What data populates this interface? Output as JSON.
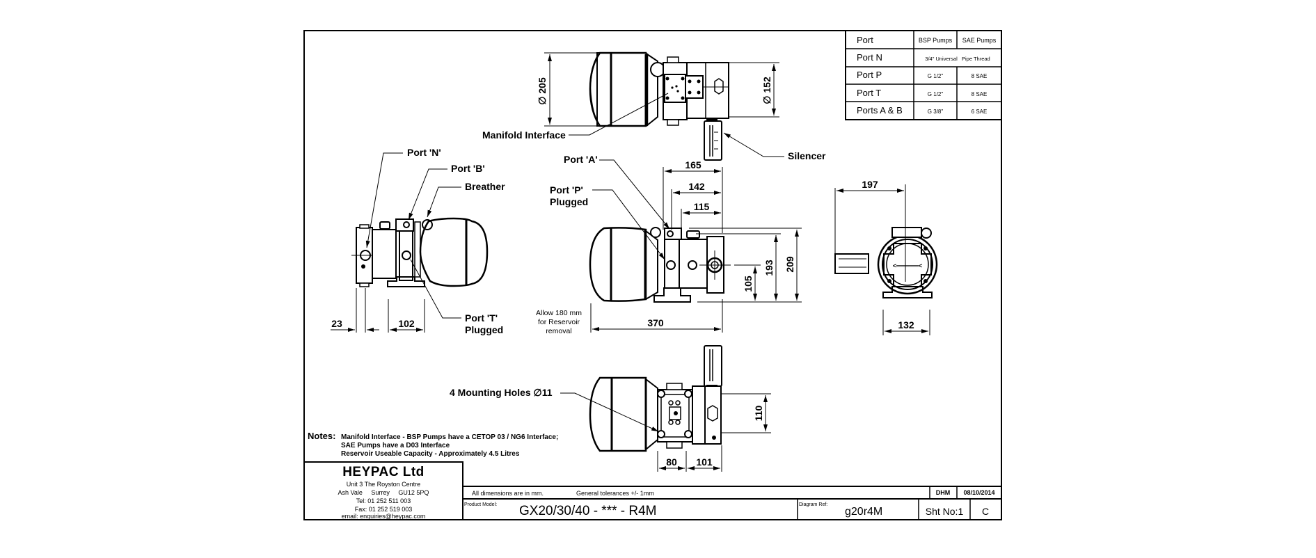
{
  "port_table": {
    "headers": [
      "Port",
      "BSP Pumps",
      "SAE Pumps"
    ],
    "rows": [
      {
        "port": "Port N",
        "merged": "3/4\" Universal   Pipe Thread"
      },
      {
        "port": "Port P",
        "bsp": "G 1/2\"",
        "sae": "8 SAE"
      },
      {
        "port": "Port T",
        "bsp": "G 1/2\"",
        "sae": "8 SAE"
      },
      {
        "port": "Ports A & B",
        "bsp": "G 3/8\"",
        "sae": "6 SAE"
      }
    ]
  },
  "views": {
    "top": {
      "dims": {
        "d_reservoir": "∅ 205",
        "d_motor": "∅ 152"
      },
      "labels": {
        "manifold": "Manifold Interface",
        "silencer": "Silencer"
      }
    },
    "left": {
      "labels": {
        "port_n": "Port 'N'",
        "port_b": "Port 'B'",
        "breather": "Breather",
        "port_t": "Port 'T'",
        "port_t_sub": "Plugged"
      },
      "dims": {
        "d23": "23",
        "d102": "102"
      }
    },
    "front": {
      "labels": {
        "port_a": "Port 'A'",
        "port_p": "Port 'P'",
        "port_p_sub": "Plugged"
      },
      "dims": {
        "d165": "165",
        "d142": "142",
        "d115": "115",
        "d370": "370",
        "d105": "105",
        "d193": "193",
        "d209": "209"
      },
      "note_lines": [
        "Allow 180 mm",
        "for Reservoir",
        "removal"
      ]
    },
    "end": {
      "dims": {
        "d197": "197",
        "d132": "132"
      }
    },
    "bottom": {
      "labels": {
        "mounting": "4 Mounting Holes ∅11"
      },
      "dims": {
        "d110": "110",
        "d80": "80",
        "d101": "101"
      }
    }
  },
  "notes": {
    "title": "Notes:",
    "lines": [
      "Manifold Interface - BSP Pumps have a CETOP 03 / NG6 Interface;",
      "SAE Pumps have a D03 Interface",
      "Reservoir Useable Capacity - Approximately 4.5 Litres"
    ]
  },
  "title_block": {
    "company": "HEYPAC Ltd",
    "address": [
      "Unit 3 The Royston Centre",
      "Ash Vale     Surrey     GU12 5PQ",
      "Tel: 01 252 511 003",
      "Fax: 01 252 519 003",
      "email: enquiries@heypac.com"
    ],
    "general_note": "All dimensions are in mm.",
    "tolerance_note": "General tolerances +/- 1mm",
    "drawn_by": "DHM",
    "date": "08/10/2014",
    "product_model_label": "Product Model:",
    "product_model": "GX20/30/40 - *** - R4M",
    "diagram_ref_label": "Diagram Ref:",
    "diagram_ref": "g20r4M",
    "sheet": "Sht No:1",
    "revision": "C"
  }
}
